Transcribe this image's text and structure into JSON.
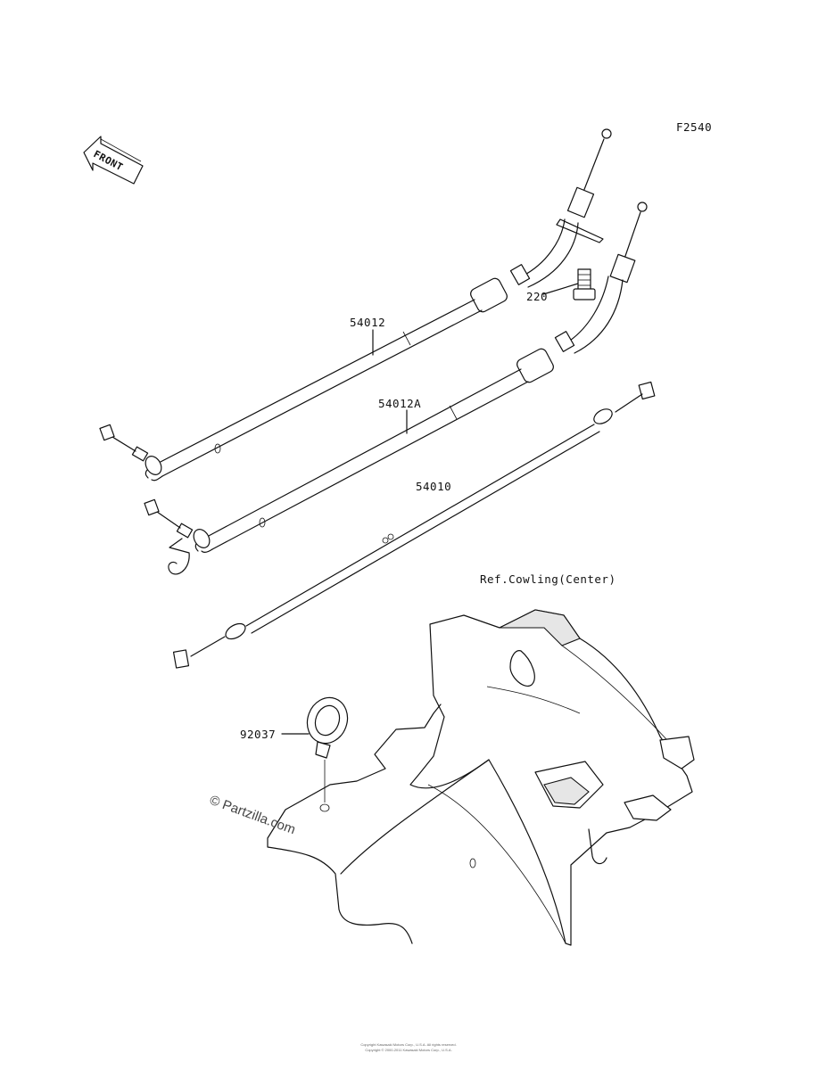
{
  "figure_code": "F2540",
  "front_label": "FRONT",
  "parts": {
    "cable_54012": "54012",
    "cable_54012a": "54012A",
    "cable_54010": "54010",
    "bolt_220": "220",
    "grommet_92037": "92037"
  },
  "reference_label": "Ref.Cowling(Center)",
  "watermark": "© Partzilla.com",
  "footer": {
    "line1": "Copyright Kawasaki Motors Corp., U.S.A. All rights reserved.",
    "line2": "Copyright © 2000-2011 Kawasaki Motors Corp., U.S.A."
  },
  "colors": {
    "ink": "#111111",
    "background": "#ffffff"
  }
}
